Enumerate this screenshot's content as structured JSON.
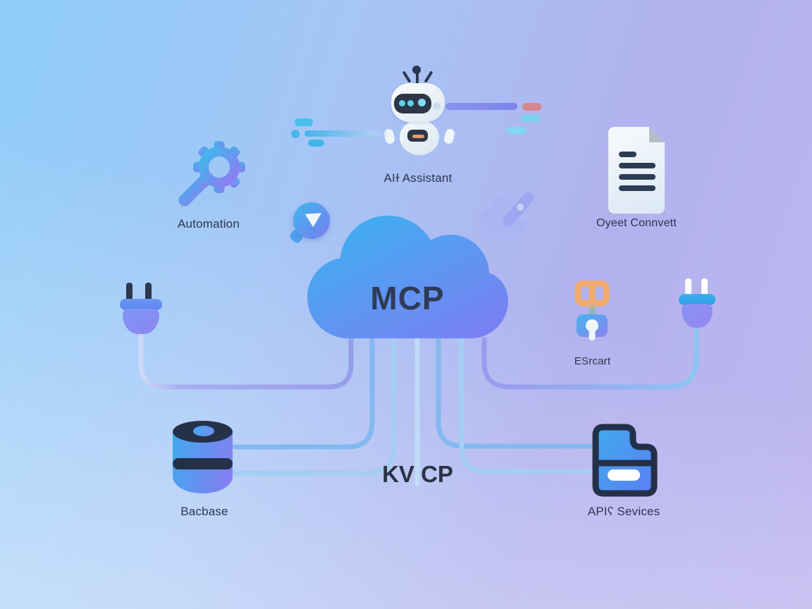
{
  "palette": {
    "background_top_left": "#8ecdf8",
    "background_right": "#b2b2ee",
    "ink": "#2b3550",
    "cloud_gradient_start": "#38b4f0",
    "cloud_gradient_end": "#7a80f3",
    "connector_purple": "#98a0ea",
    "connector_blue": "#84b8f0",
    "connector_light_blue": "#a4cef4",
    "accent_orange": "#f2ab70",
    "accent_red": "#d9868f",
    "accent_cyan": "#49c0ea"
  },
  "nodes": {
    "assistant": {
      "label": "AIɫ Assistant",
      "icon": "robot-icon"
    },
    "automation": {
      "label": "Automation",
      "icon": "gear-wand-icon"
    },
    "document": {
      "label": "Oyeet Connvett",
      "icon": "document-icon"
    },
    "mcp_cloud": {
      "label": "MCP",
      "icon": "cloud-icon"
    },
    "send_badge": {
      "icon": "send-badge-icon"
    },
    "rocket_cloud": {
      "icon": "rocket-cloud-icon"
    },
    "left_plug": {
      "icon": "plug-icon"
    },
    "right_plug": {
      "icon": "plug-icon"
    },
    "escart": {
      "label": "ESrcart",
      "icon": "key-icon"
    },
    "database": {
      "label": "Bacbase",
      "icon": "database-icon"
    },
    "kv_cp": {
      "label": "KV CP"
    },
    "api": {
      "label": "APIʕ Sevices",
      "icon": "file-icon"
    }
  },
  "connections": [
    {
      "from": "mcp-cloud",
      "to": "left-plug"
    },
    {
      "from": "mcp-cloud",
      "to": "right-plug"
    },
    {
      "from": "mcp-cloud",
      "to": "database",
      "count": 2
    },
    {
      "from": "mcp-cloud",
      "to": "api-services",
      "count": 2
    },
    {
      "from": "mcp-cloud",
      "to": "kv-cp-label",
      "count": 1
    }
  ]
}
